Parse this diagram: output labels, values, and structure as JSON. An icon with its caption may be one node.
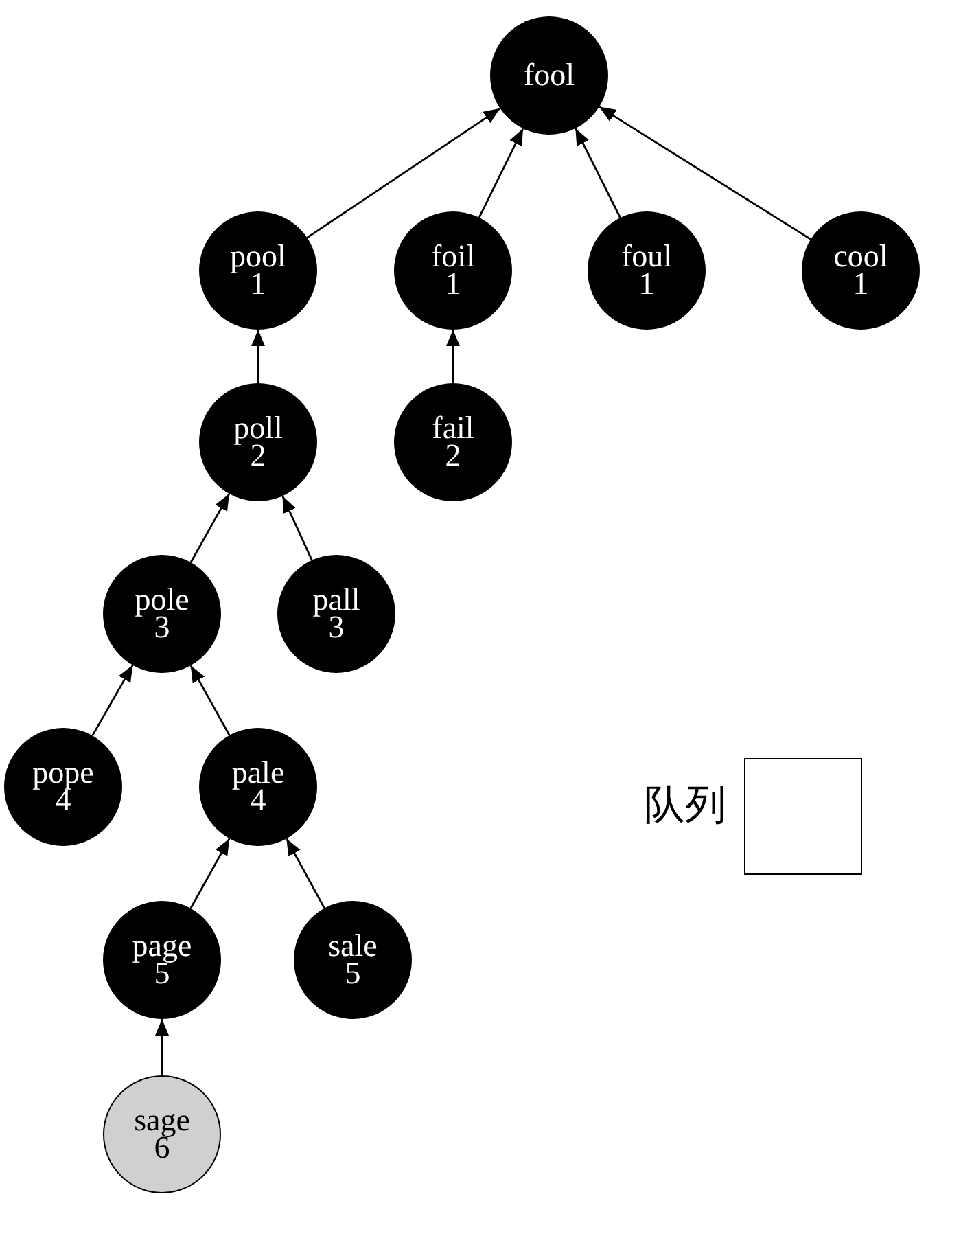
{
  "diagram": {
    "nodes": [
      {
        "text": [
          "fool"
        ]
      },
      {
        "text": [
          "pool",
          "1"
        ]
      },
      {
        "text": [
          "foil",
          "1"
        ]
      },
      {
        "text": [
          "foul",
          "1"
        ]
      },
      {
        "text": [
          "cool",
          "1"
        ]
      },
      {
        "text": [
          "poll",
          "2"
        ]
      },
      {
        "text": [
          "fail",
          "2"
        ]
      },
      {
        "text": [
          "pole",
          "3"
        ]
      },
      {
        "text": [
          "pall",
          "3"
        ]
      },
      {
        "text": [
          "pope",
          "4"
        ]
      },
      {
        "text": [
          "pale",
          "4"
        ]
      },
      {
        "text": [
          "page",
          "5"
        ]
      },
      {
        "text": [
          "sale",
          "5"
        ]
      },
      {
        "text": [
          "sage",
          "6"
        ]
      },
      {
        "text": [],
        "shape": "box",
        "beside": [
          "队列"
        ]
      }
    ],
    "edges": [
      {
        "from": 1,
        "to": 0,
        "arrow": "to"
      },
      {
        "from": 2,
        "to": 0,
        "arrow": "to"
      },
      {
        "from": 3,
        "to": 0,
        "arrow": "to"
      },
      {
        "from": 4,
        "to": 0,
        "arrow": "to"
      },
      {
        "from": 5,
        "to": 1,
        "arrow": "to"
      },
      {
        "from": 6,
        "to": 2,
        "arrow": "to"
      },
      {
        "from": 7,
        "to": 5,
        "arrow": "to"
      },
      {
        "from": 8,
        "to": 5,
        "arrow": "to"
      },
      {
        "from": 9,
        "to": 7,
        "arrow": "to"
      },
      {
        "from": 10,
        "to": 7,
        "arrow": "to"
      },
      {
        "from": 11,
        "to": 10,
        "arrow": "to"
      },
      {
        "from": 12,
        "to": 10,
        "arrow": "to"
      },
      {
        "from": 13,
        "to": 11,
        "arrow": "to"
      }
    ]
  }
}
